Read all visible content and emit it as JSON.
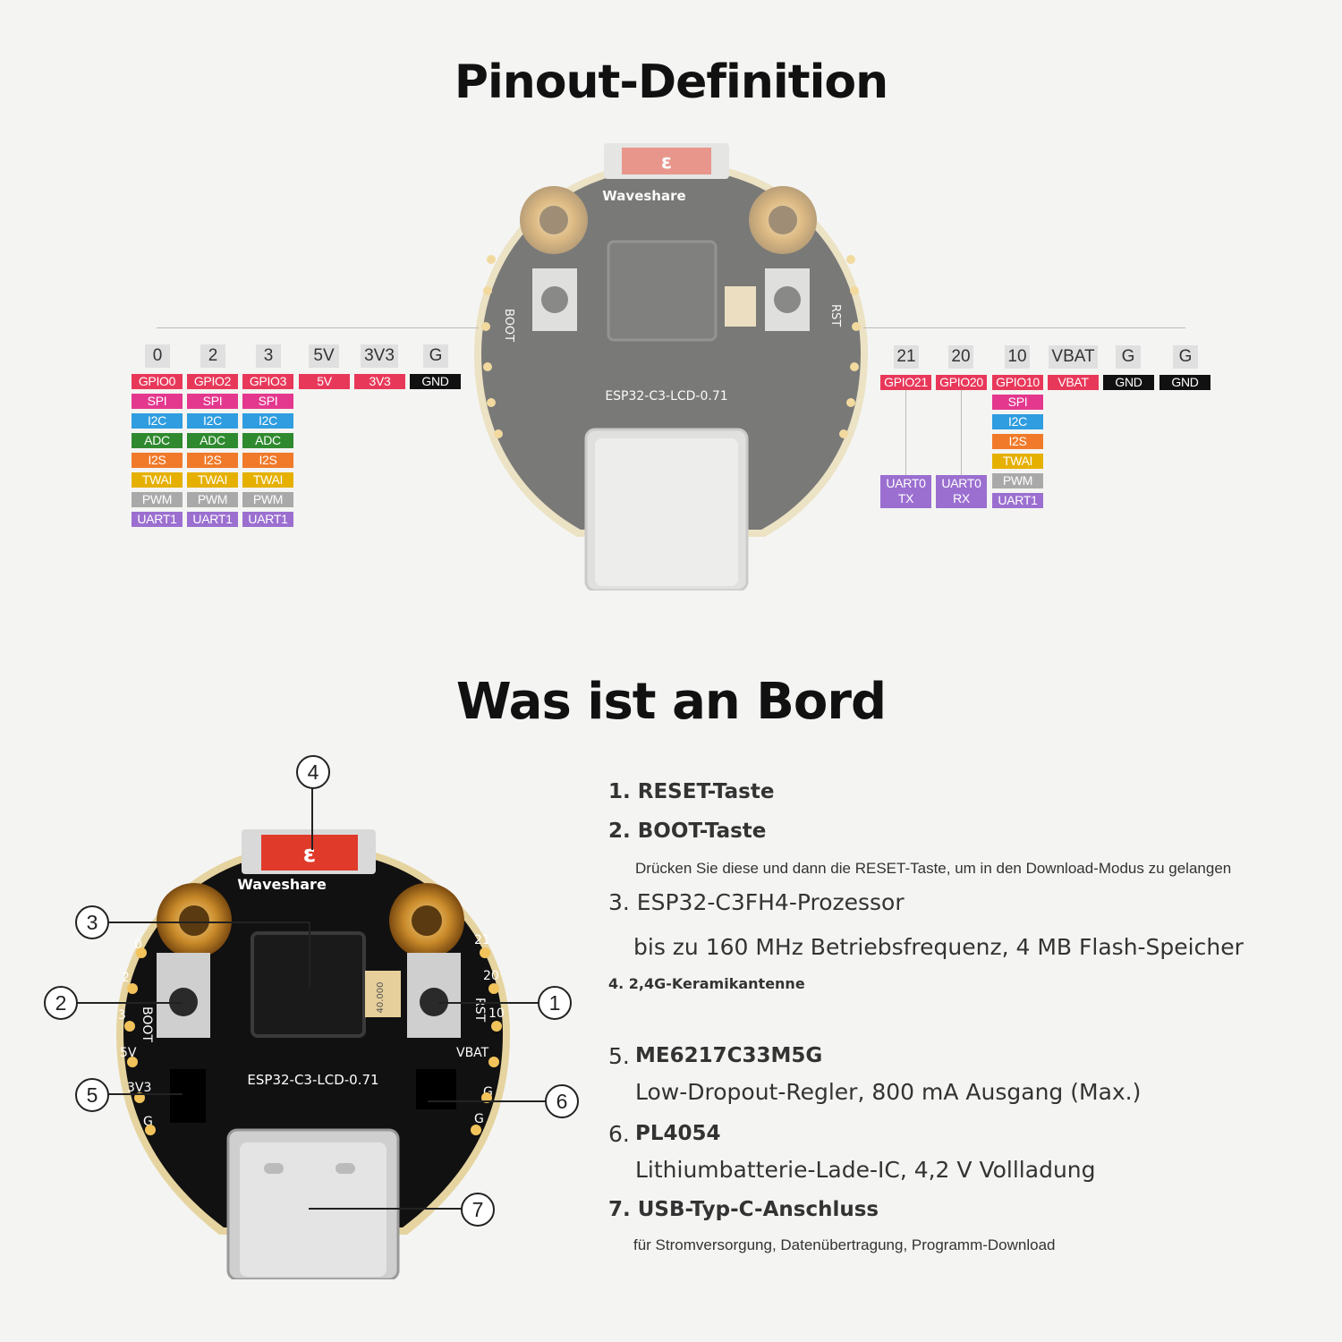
{
  "pinout": {
    "title": "Pinout-Definition",
    "left_headers": [
      "0",
      "2",
      "3",
      "5V",
      "3V3",
      "G"
    ],
    "left_columns": [
      [
        "GPIO0",
        "SPI",
        "I2C",
        "ADC",
        "I2S",
        "TWAI",
        "PWM",
        "UART1"
      ],
      [
        "GPIO2",
        "SPI",
        "I2C",
        "ADC",
        "I2S",
        "TWAI",
        "PWM",
        "UART1"
      ],
      [
        "GPIO3",
        "SPI",
        "I2C",
        "ADC",
        "I2S",
        "TWAI",
        "PWM",
        "UART1"
      ],
      [
        "5V"
      ],
      [
        "3V3"
      ],
      [
        "GND"
      ]
    ],
    "right_headers": [
      "21",
      "20",
      "10",
      "VBAT",
      "G",
      "G"
    ],
    "right_columns": [
      [
        "GPIO21"
      ],
      [
        "GPIO20"
      ],
      [
        "GPIO10",
        "SPI",
        "I2C",
        "I2S",
        "TWAI",
        "PWM",
        "UART1"
      ],
      [
        "VBAT"
      ],
      [
        "GND"
      ],
      [
        "GND"
      ]
    ],
    "uart_tags": [
      {
        "line1": "UART0",
        "line2": "TX"
      },
      {
        "line1": "UART0",
        "line2": "RX"
      }
    ],
    "colors": {
      "GPIO": "#e8385a",
      "POWER": "#e8385a",
      "GND": "#111111",
      "SPI": "#e3388e",
      "I2C": "#2f9de0",
      "ADC": "#2f8a2f",
      "I2S": "#f07a2a",
      "TWAI": "#e6b000",
      "PWM": "#a9a9a9",
      "UART": "#9b6fd0"
    }
  },
  "board": {
    "brand": "Waveshare",
    "model": "ESP32-C3-LCD-0.71",
    "label_boot": "BOOT",
    "label_rst": "RST",
    "left_pins": [
      "0",
      "2",
      "3",
      "5V",
      "3V3",
      "G"
    ],
    "right_pins": [
      "21",
      "20",
      "10",
      "VBAT",
      "G",
      "G"
    ],
    "crystal_text": "40.000"
  },
  "onboard": {
    "title": "Was ist an Bord",
    "callouts": [
      "1",
      "2",
      "3",
      "4",
      "5",
      "6",
      "7"
    ],
    "items": [
      {
        "head": "1. RESET-Taste"
      },
      {
        "head": "2. BOOT-Taste",
        "sub": "Drücken Sie diese und dann die RESET-Taste, um in den Download-Modus zu gelangen"
      },
      {
        "head": "3. ESP32-C3FH4-Prozessor",
        "sub": "bis zu 160 MHz Betriebsfrequenz, 4 MB Flash-Speicher"
      },
      {
        "head": "4. 2,4G-Keramikantenne"
      },
      {
        "num": "5.",
        "head": "ME6217C33M5G",
        "sub": "Low-Dropout-Regler, 800 mA Ausgang (Max.)"
      },
      {
        "num": "6.",
        "head": "PL4054",
        "sub": "Lithiumbatterie-Lade-IC, 4,2 V Vollladung"
      },
      {
        "head": "7. USB-Typ-C-Anschluss",
        "sub": "für Stromversorgung, Datenübertragung, Programm-Download"
      }
    ]
  }
}
